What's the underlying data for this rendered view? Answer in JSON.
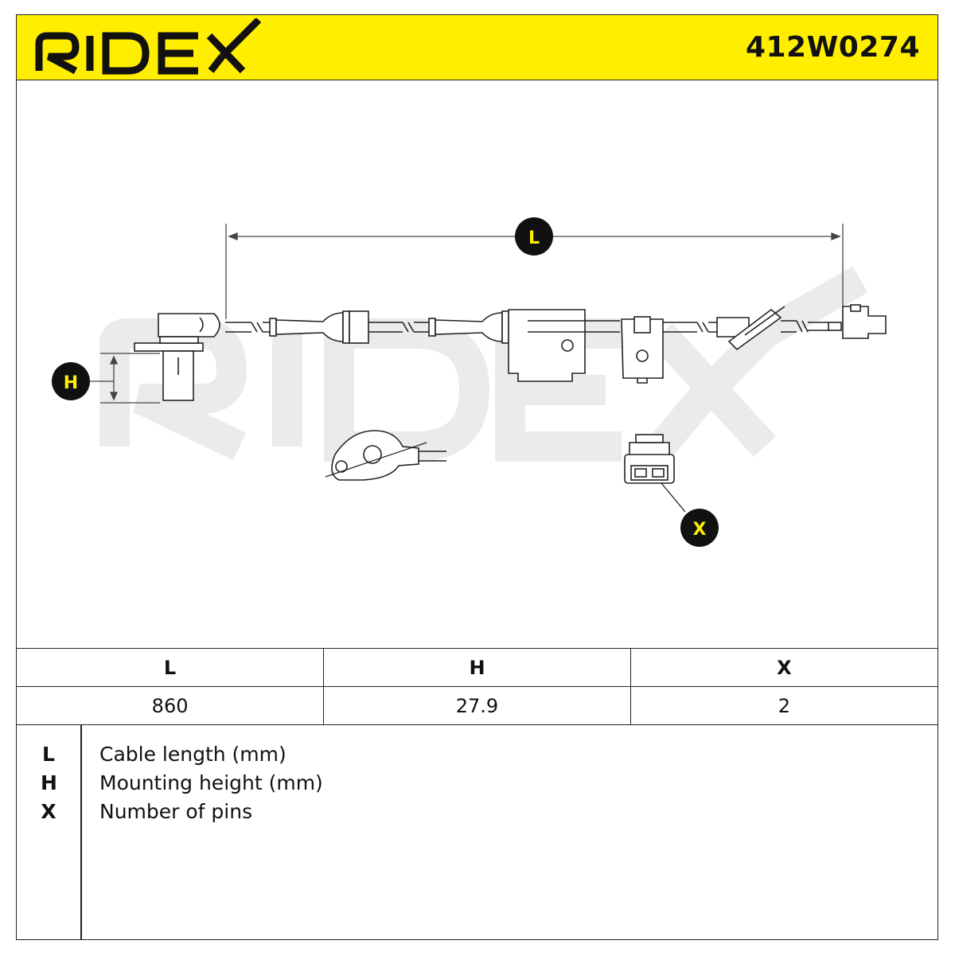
{
  "header": {
    "brand": "RIDEX",
    "part_number": "412W0274"
  },
  "drawing": {
    "watermark": "RIDEX",
    "callouts": {
      "L": "L",
      "H": "H",
      "X": "X"
    },
    "colors": {
      "callout_fill": "#111111",
      "callout_text": "#ffee00",
      "line": "#222222",
      "watermark": "#ebebeb"
    }
  },
  "dimensions": {
    "headers": [
      "L",
      "H",
      "X"
    ],
    "values": [
      "860",
      "27.9",
      "2"
    ]
  },
  "legend": [
    {
      "key": "L",
      "text": "Cable length (mm)"
    },
    {
      "key": "H",
      "text": "Mounting height (mm)"
    },
    {
      "key": "X",
      "text": "Number of pins"
    }
  ],
  "colors": {
    "header_bg": "#ffee00",
    "border": "#222222"
  }
}
